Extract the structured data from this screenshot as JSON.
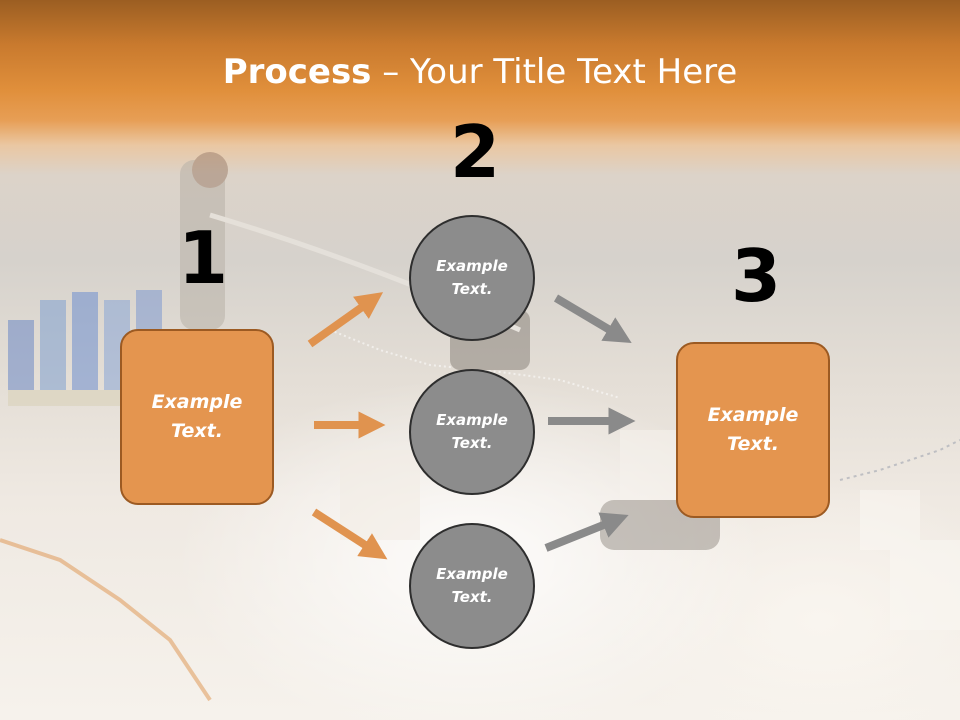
{
  "title": {
    "bold": "Process",
    "rest": " – Your Title Text Here"
  },
  "numbers": [
    "1",
    "2",
    "3"
  ],
  "steps": {
    "start": "Example\nText.",
    "middle": [
      "Example\nText.",
      "Example\nText.",
      "Example\nText."
    ],
    "end": "Example\nText."
  },
  "colors": {
    "orange_box": "#e4954f",
    "orange_arrow": "#e0934f",
    "gray_circle": "#8c8c8c",
    "gray_arrow": "#8a8a8a",
    "header": "#d98533"
  }
}
